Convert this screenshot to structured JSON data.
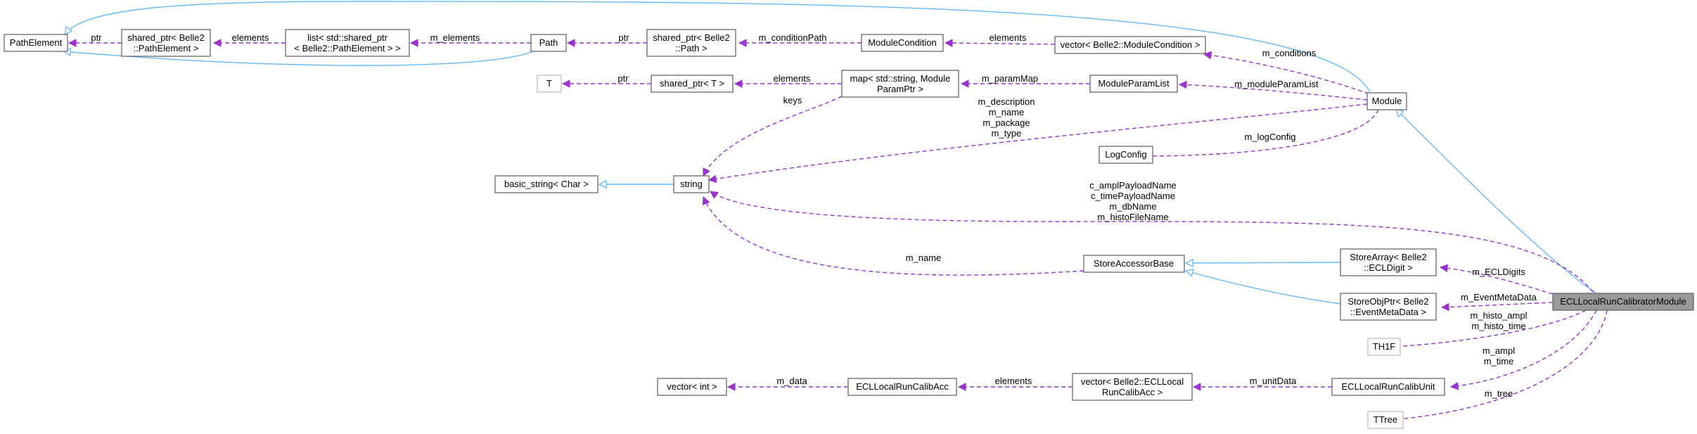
{
  "nodes": {
    "path_element": "PathElement",
    "sp_path_element": [
      "shared_ptr< Belle2",
      "::PathElement >"
    ],
    "list_sp_path_element": [
      "list< std::shared_ptr",
      "< Belle2::PathElement > >"
    ],
    "path": "Path",
    "sp_path": [
      "shared_ptr< Belle2",
      "::Path >"
    ],
    "module_condition": "ModuleCondition",
    "vector_module_condition": "vector< Belle2::ModuleCondition >",
    "module": "Module",
    "t": "T",
    "sp_t": "shared_ptr< T >",
    "map_param": [
      "map< std::string, Module",
      "ParamPtr >"
    ],
    "module_param_list": "ModuleParamList",
    "log_config": "LogConfig",
    "basic_string": "basic_string< Char >",
    "string": "string",
    "store_accessor_base": "StoreAccessorBase",
    "store_array": [
      "StoreArray< Belle2",
      "::ECLDigit >"
    ],
    "store_obj_ptr": [
      "StoreObjPtr< Belle2",
      "::EventMetaData >"
    ],
    "ecl_module": "ECLLocalRunCalibratorModule",
    "th1f": "TH1F",
    "ttree": "TTree",
    "vector_int": "vector< int >",
    "ecl_acc": "ECLLocalRunCalibAcc",
    "vector_ecl_acc": [
      "vector< Belle2::ECLLocal",
      "RunCalibAcc >"
    ],
    "ecl_unit": "ECLLocalRunCalibUnit"
  },
  "edge_labels": {
    "ptr_path_element": "ptr",
    "elements_path_element": "elements",
    "m_elements": "m_elements",
    "ptr_path": "ptr",
    "m_condition_path": "m_conditionPath",
    "elements_module_condition": "elements",
    "m_conditions": "m_conditions",
    "ptr_t": "ptr",
    "elements_t": "elements",
    "m_param_map": "m_paramMap",
    "m_module_param_list": "m_moduleParamList",
    "keys": "keys",
    "module_strings": [
      "m_description",
      "m_name",
      "m_package",
      "m_type"
    ],
    "m_log_config": "m_logConfig",
    "ecl_strings": [
      "c_amplPayloadName",
      "c_timePayloadName",
      "m_dbName",
      "m_histoFileName"
    ],
    "m_name": "m_name",
    "m_ecl_digits": "m_ECLDigits",
    "m_event_meta_data": "m_EventMetaData",
    "histos": [
      "m_histo_ampl",
      "m_histo_time"
    ],
    "ampl_time": [
      "m_ampl",
      "m_time"
    ],
    "m_tree": "m_tree",
    "m_unit_data": "m_unitData",
    "elements_acc": "elements",
    "m_data": "m_data"
  },
  "colors": {
    "inheritance_edge": "#63b8ff",
    "usage_edge": "#9a32cd",
    "node_border": "#666666",
    "ghost_node_border": "#bfbfbf",
    "focus_node_fill": "#999999"
  }
}
